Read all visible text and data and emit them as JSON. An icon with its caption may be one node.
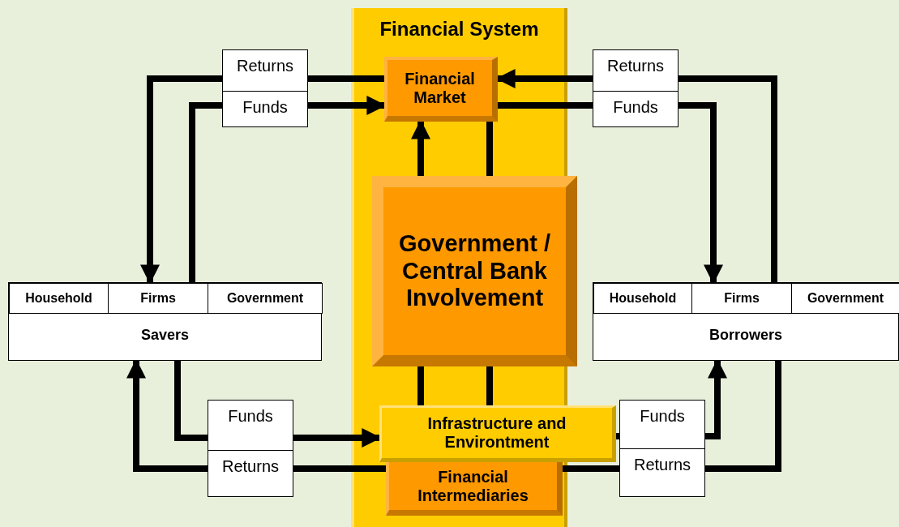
{
  "diagram": {
    "nodes": [
      {
        "text": [
          "Financial System"
        ]
      },
      {
        "text": [
          "Financial Market"
        ],
        "in": 0
      },
      {
        "text": [
          "Government / Central Bank Involvement"
        ],
        "in": 0
      },
      {
        "text": [
          "Infrastructure and Environtment"
        ]
      },
      {
        "text": [
          "Financial Intermediaries"
        ],
        "in": 0
      },
      {
        "text": [
          "Savers"
        ]
      },
      {
        "text": [
          "Household"
        ],
        "in": 5
      },
      {
        "text": [
          "Firms"
        ],
        "in": 5
      },
      {
        "text": [
          "Government"
        ],
        "in": 5
      },
      {
        "text": [
          "Borrowers"
        ]
      },
      {
        "text": [
          "Household"
        ],
        "in": 9
      },
      {
        "text": [
          "Firms"
        ],
        "in": 9
      },
      {
        "text": [
          "Government"
        ],
        "in": 9
      },
      {
        "text": [
          "Returns"
        ]
      },
      {
        "text": [
          "Funds"
        ]
      },
      {
        "text": [
          "Returns"
        ]
      },
      {
        "text": [
          "Funds"
        ]
      },
      {
        "text": [
          "Funds"
        ]
      },
      {
        "text": [
          "Returns"
        ]
      },
      {
        "text": [
          "Funds"
        ]
      },
      {
        "text": [
          "Returns"
        ]
      }
    ],
    "edges": [
      {
        "from": 1,
        "to": 13,
        "arrow": "none"
      },
      {
        "from": 13,
        "to": 5,
        "arrow": "to"
      },
      {
        "from": 5,
        "to": 14,
        "arrow": "none"
      },
      {
        "from": 14,
        "to": 1,
        "arrow": "to"
      },
      {
        "from": 9,
        "to": 15,
        "arrow": "none"
      },
      {
        "from": 15,
        "to": 1,
        "arrow": "to"
      },
      {
        "from": 1,
        "to": 16,
        "arrow": "none"
      },
      {
        "from": 16,
        "to": 9,
        "arrow": "to"
      },
      {
        "from": 2,
        "to": 1,
        "arrow": "to"
      },
      {
        "from": 1,
        "to": 2,
        "arrow": "none"
      },
      {
        "from": 2,
        "to": 3,
        "arrow": "none"
      },
      {
        "from": 2,
        "to": 3,
        "arrow": "none"
      },
      {
        "from": 5,
        "to": 17,
        "arrow": "none"
      },
      {
        "from": 17,
        "to": 3,
        "arrow": "to"
      },
      {
        "from": 4,
        "to": 18,
        "arrow": "none"
      },
      {
        "from": 18,
        "to": 5,
        "arrow": "to"
      },
      {
        "from": 3,
        "to": 19,
        "arrow": "none"
      },
      {
        "from": 19,
        "to": 9,
        "arrow": "to"
      },
      {
        "from": 9,
        "to": 20,
        "arrow": "none"
      },
      {
        "from": 20,
        "to": 4,
        "arrow": "none"
      }
    ]
  }
}
